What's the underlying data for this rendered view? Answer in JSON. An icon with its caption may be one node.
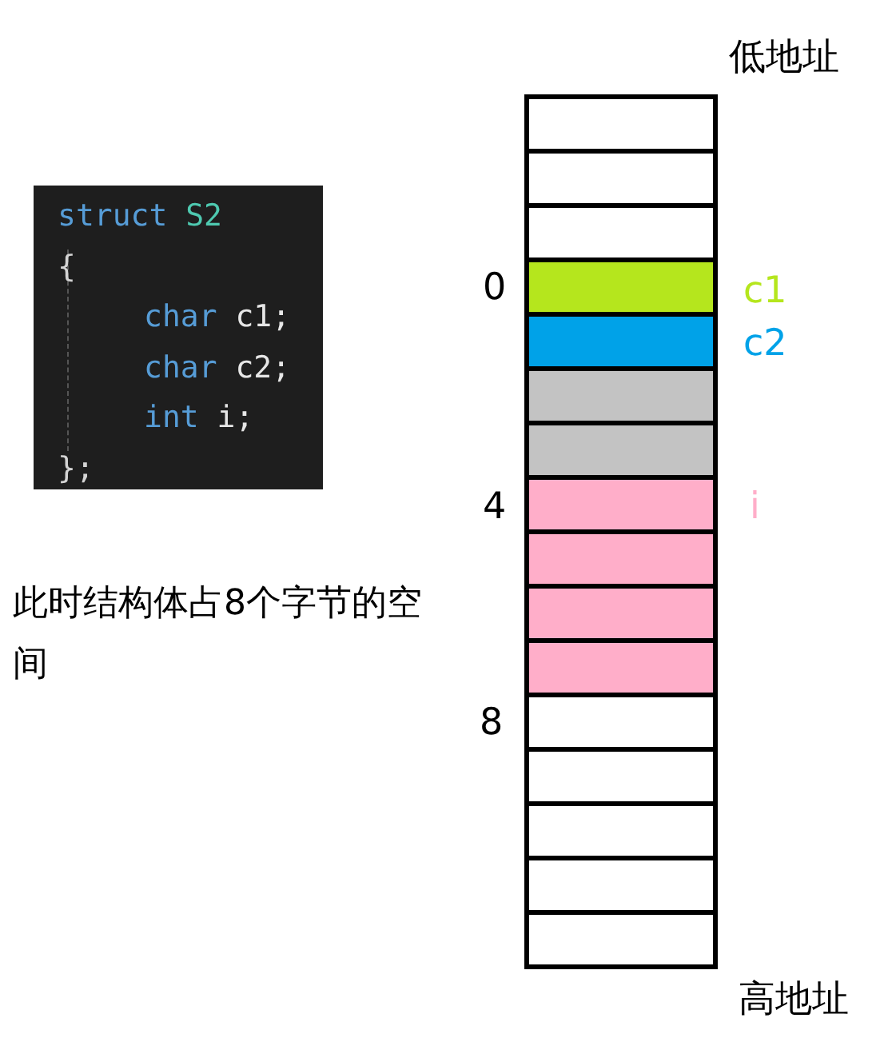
{
  "diagram": {
    "nodes": [
      {
        "text": [
          "struct S2",
          "{",
          "char c1;",
          "char c2;",
          "int i;",
          "};"
        ]
      },
      {
        "text": [],
        "shape": "box"
      },
      {
        "text": [],
        "shape": "box"
      },
      {
        "text": [],
        "shape": "box"
      },
      {
        "text": [],
        "shape": "box"
      },
      {
        "text": [],
        "shape": "box"
      },
      {
        "text": [],
        "shape": "box"
      },
      {
        "text": [],
        "shape": "box"
      },
      {
        "text": [],
        "shape": "box"
      },
      {
        "text": [],
        "shape": "box"
      },
      {
        "text": [],
        "shape": "box"
      },
      {
        "text": [],
        "shape": "box"
      },
      {
        "text": [],
        "shape": "box"
      },
      {
        "text": [],
        "shape": "box"
      },
      {
        "text": [],
        "shape": "box"
      },
      {
        "text": [],
        "shape": "box"
      },
      {
        "text": [],
        "shape": "box"
      }
    ],
    "labels": [
      "低地址",
      "0",
      "c1",
      "c2",
      "4",
      "i",
      "此时结构体占8个字节的空间",
      "8",
      "高地址"
    ]
  }
}
